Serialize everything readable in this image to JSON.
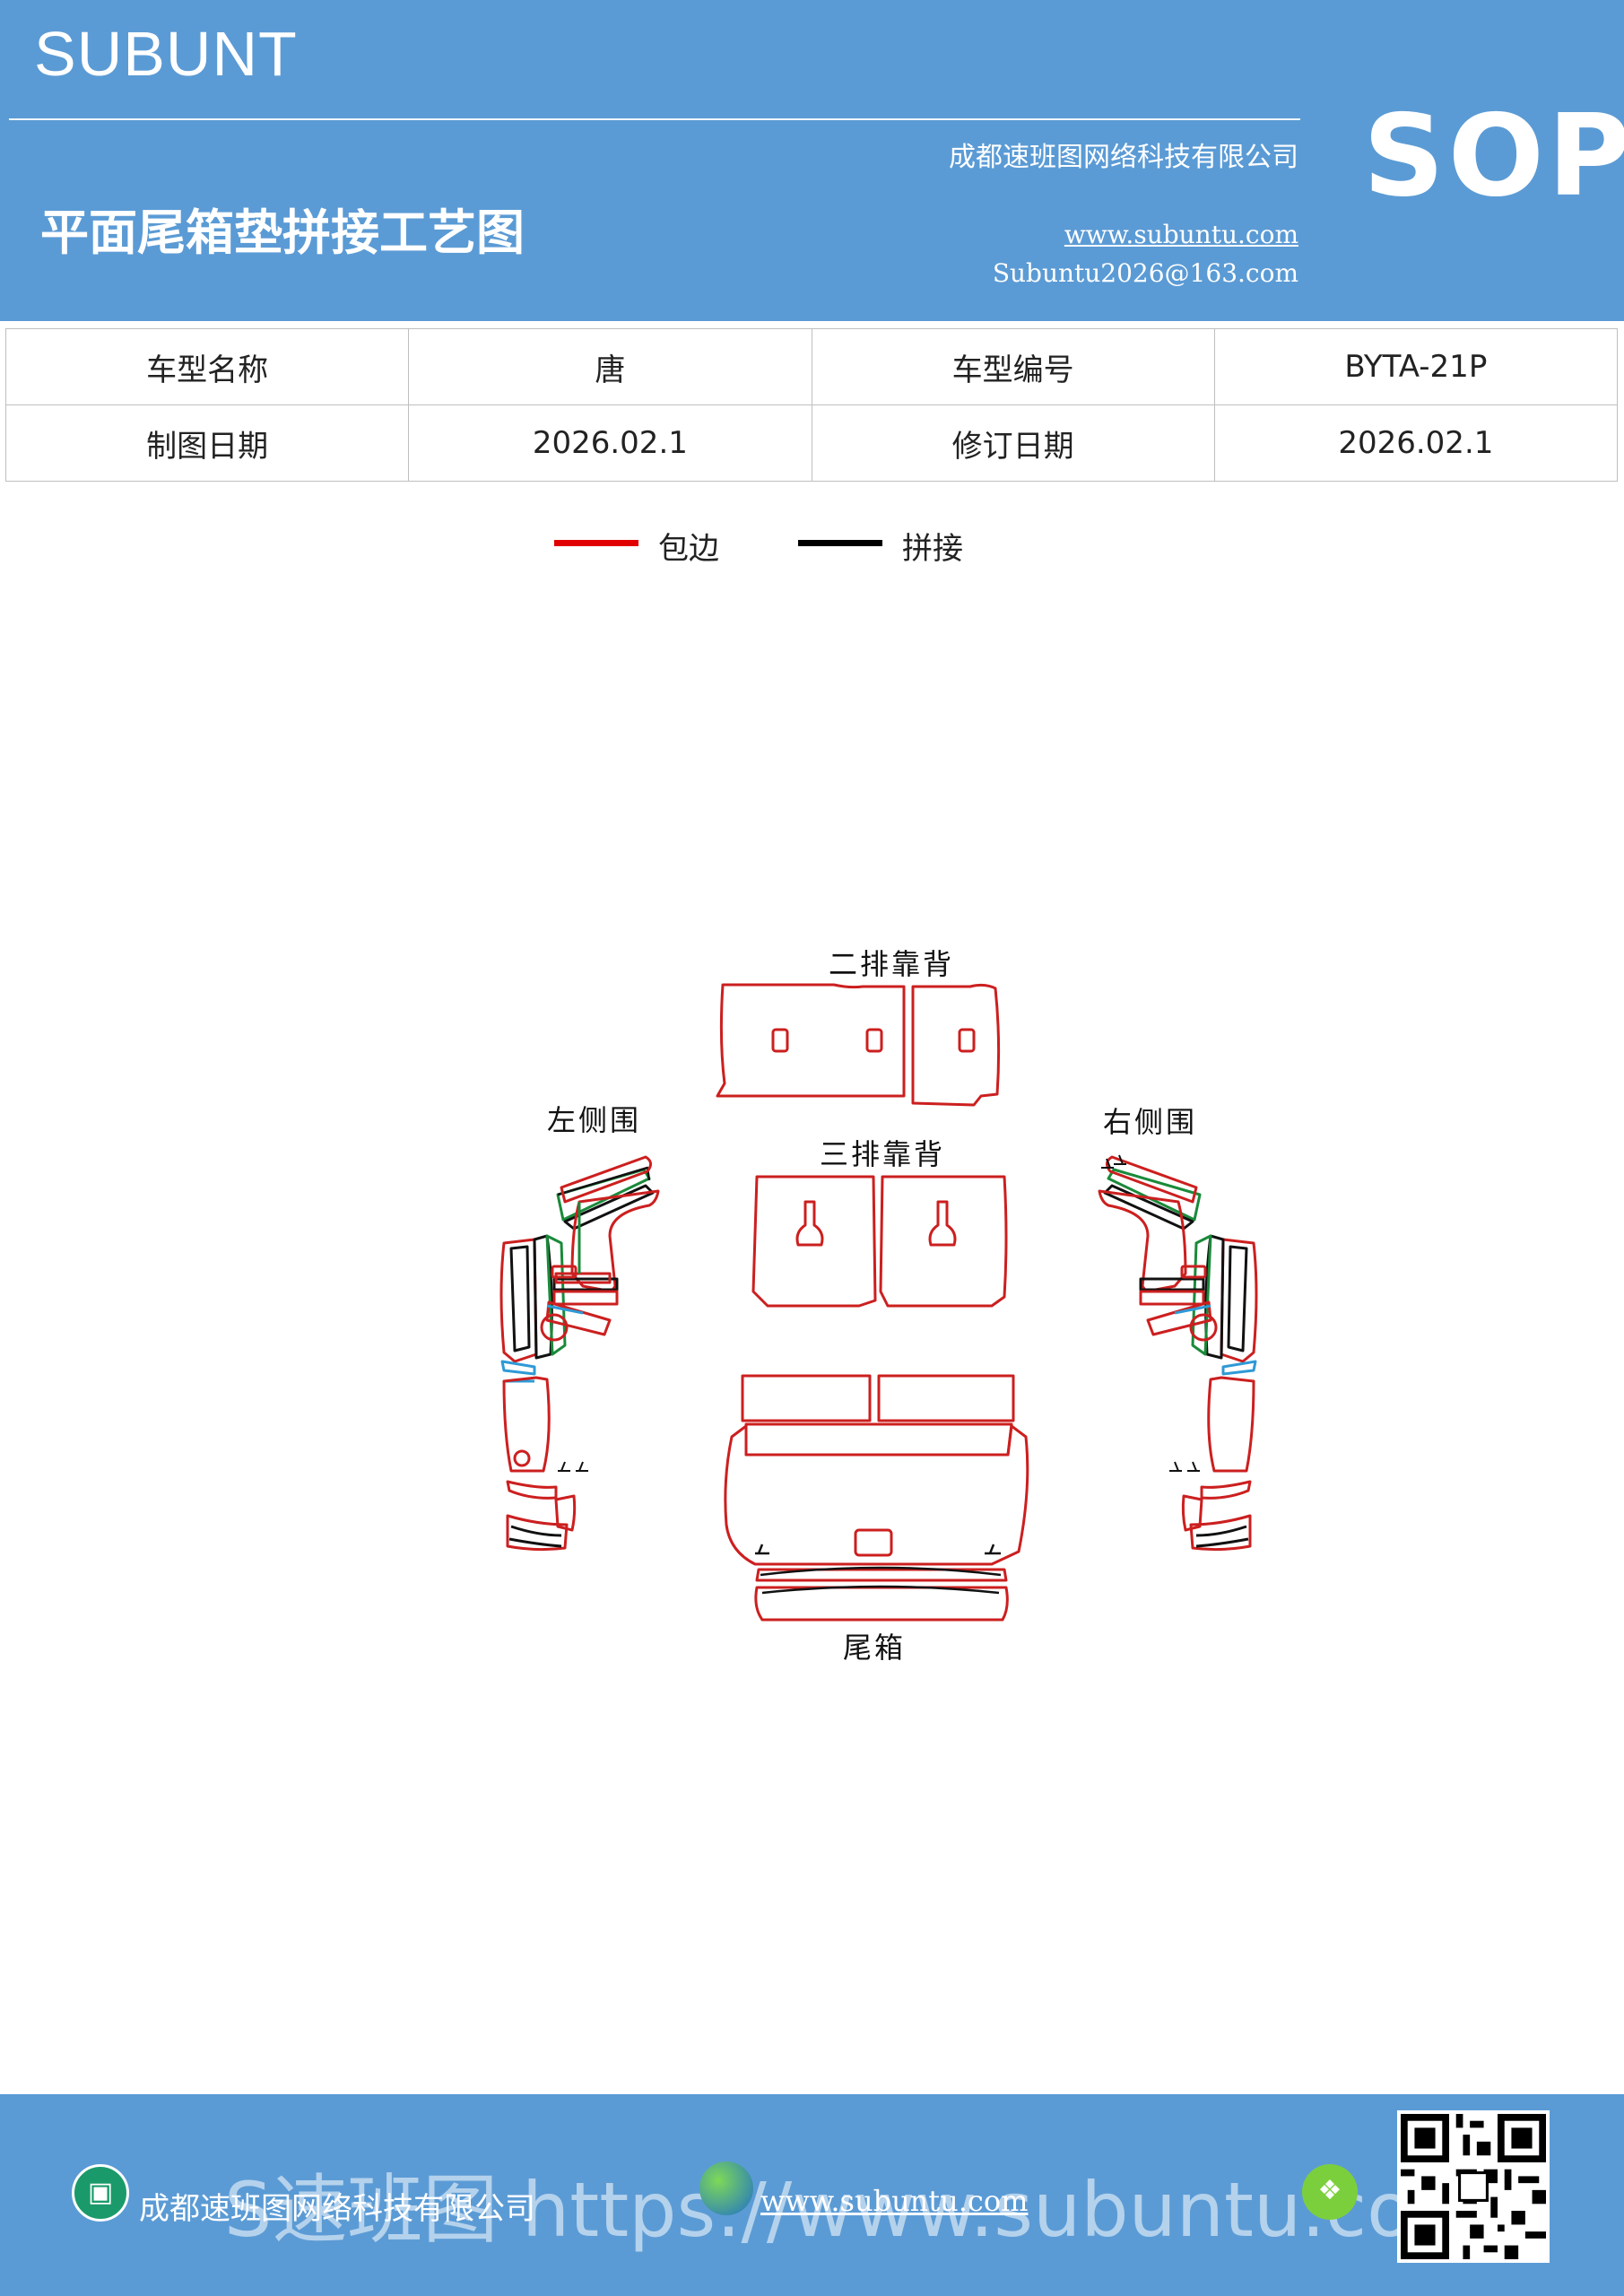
{
  "header": {
    "brand": "SUBUNT",
    "title": "平面尾箱垫拼接工艺图",
    "company": "成都速班图网络科技有限公司",
    "website": "www.subuntu.com",
    "email": "Subuntu2026@163.com",
    "sop": "SOP",
    "colors": {
      "header_bg": "#5b9bd5"
    }
  },
  "info": {
    "rows": [
      {
        "l1": "车型名称",
        "v1": "唐",
        "l2": "车型编号",
        "v2": "BYTA-21P"
      },
      {
        "l1": "制图日期",
        "v1": "2026.02.1",
        "l2": "修订日期",
        "v2": "2026.02.1"
      }
    ]
  },
  "legend": {
    "items": [
      {
        "label": "包边",
        "color": "#e00000"
      },
      {
        "label": "拼接",
        "color": "#000000"
      }
    ]
  },
  "diagram": {
    "labels": {
      "second_row": "二排靠背",
      "third_row": "三排靠背",
      "left_side": "左侧围",
      "right_side": "右侧围",
      "trunk": "尾箱"
    },
    "colors": {
      "edge": "#cc1f1f",
      "seam": "#111111",
      "green": "#1a8a3a",
      "blue": "#2e9ad6"
    }
  },
  "footer": {
    "company": "成都速班图网络科技有限公司",
    "website": "www.subuntu.com",
    "overlay": "S速班图 https://www.subuntu.com",
    "colors": {
      "footer_bg": "#5b9bd5"
    }
  }
}
